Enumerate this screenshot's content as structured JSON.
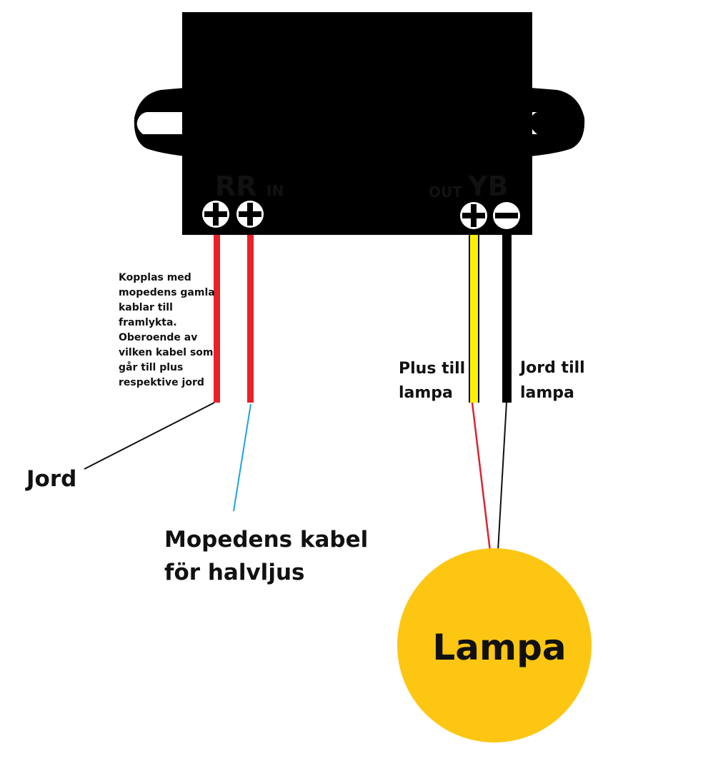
{
  "colors": {
    "module_body": "#000000",
    "background": "#ffffff",
    "wire_red": "#e8212b",
    "wire_yellow": "#fff200",
    "wire_black": "#000000",
    "lead_blue": "#1fa3dc",
    "lead_red": "#d7262f",
    "lamp_fill": "#fcc612"
  },
  "module": {
    "input_terminals_label": "RR",
    "input_label": "IN",
    "output_label": "OUT",
    "output_terminals_label": "YB",
    "terminals": [
      "plus",
      "plus",
      "plus",
      "minus"
    ]
  },
  "annotations": {
    "input_note_lines": [
      "Kopplas med",
      "mopedens gamla",
      "kablar till",
      "framlykta.",
      "Oberoende av",
      "vilken kabel som",
      "går till plus",
      "respektive jord"
    ],
    "jord": "Jord",
    "mopedens_kabel_lines": [
      "Mopedens kabel",
      "för halvljus"
    ],
    "plus_till_lampa_lines": [
      "Plus till",
      "lampa"
    ],
    "jord_till_lampa_lines": [
      "Jord till",
      "lampa"
    ]
  },
  "lamp": {
    "label": "Lampa"
  }
}
